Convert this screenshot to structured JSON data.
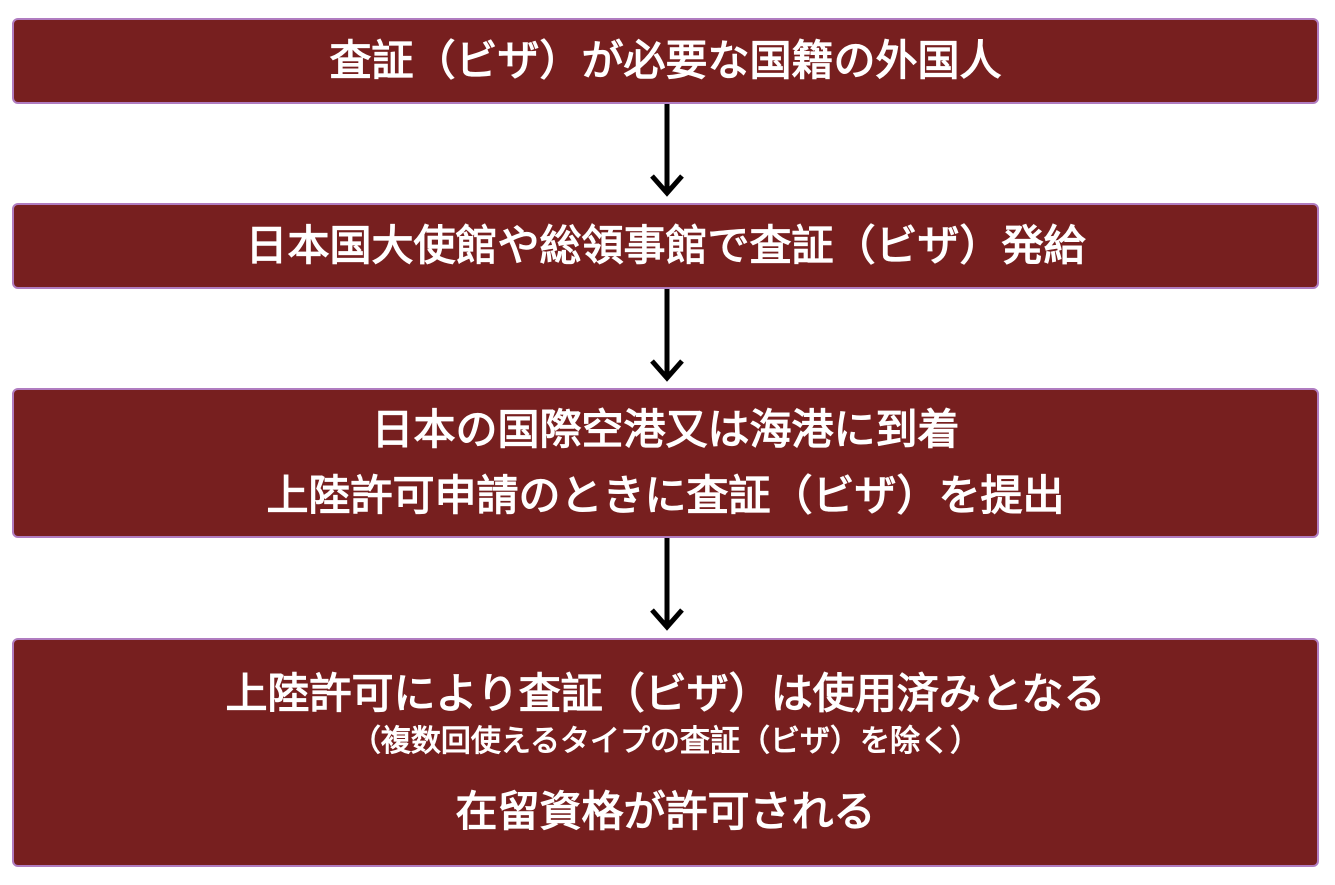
{
  "steps": [
    {
      "lines": [
        "査証（ビザ）が必要な国籍の外国人"
      ]
    },
    {
      "lines": [
        "日本国大使館や総領事館で査証（ビザ）発給"
      ]
    },
    {
      "lines": [
        "日本の国際空港又は海港に到着",
        "上陸許可申請のときに査証（ビザ）を提出"
      ]
    },
    {
      "lines": [
        "上陸許可により査証（ビザ）は使用済みとなる",
        "（複数回使えるタイプの査証（ビザ）を除く）",
        "在留資格が許可される"
      ]
    }
  ],
  "colors": {
    "box_fill": "#771f1f",
    "box_border": "#b07cc0",
    "text": "#ffffff",
    "arrow": "#000000"
  }
}
